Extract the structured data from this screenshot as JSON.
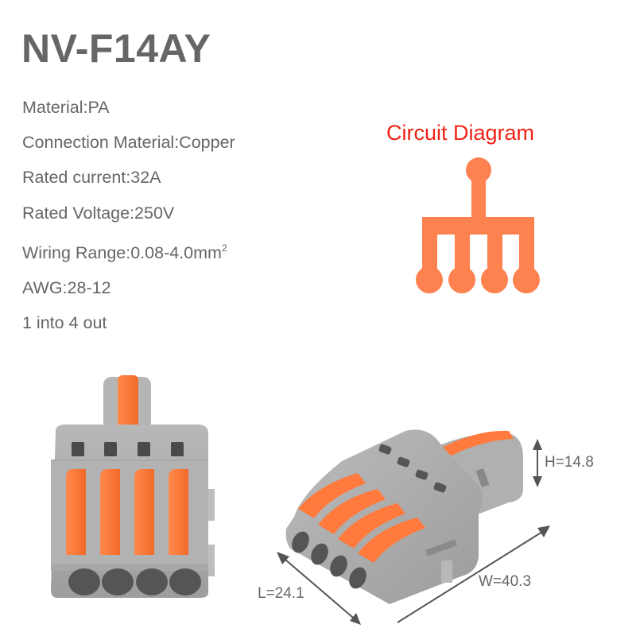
{
  "product": {
    "model": "NV-F14AY",
    "specs": [
      {
        "label": "Material",
        "value": "PA"
      },
      {
        "label": "Connection Material",
        "value": "Copper"
      },
      {
        "label": "Rated current",
        "value": "32A"
      },
      {
        "label": "Rated Voltage",
        "value": "250V"
      },
      {
        "label": "Wiring Range",
        "value": "0.08-4.0mm",
        "superscript": "2"
      },
      {
        "label": "AWG",
        "value": "28-12"
      },
      {
        "label": "",
        "value": "1 into 4 out"
      }
    ],
    "spec_lines": [
      "Material:PA",
      "Connection Material:Copper",
      "Rated current:32A",
      "Rated Voltage:250V",
      "Wiring Range:0.08-4.0mm",
      "AWG:28-12",
      "1 into 4 out"
    ],
    "wiring_superscript": "2"
  },
  "circuit_diagram": {
    "title": "Circuit Diagram",
    "inputs": 1,
    "outputs": 4,
    "color": "#fe8150",
    "title_color": "#ef2214"
  },
  "dimensions": {
    "height": "H=14.8",
    "width": "W=40.3",
    "length": "L=24.1"
  },
  "colors": {
    "text": "#666666",
    "housing_gray": "#a9a9a9",
    "lever_orange": "#ff7a3c",
    "arrow": "#555555"
  }
}
